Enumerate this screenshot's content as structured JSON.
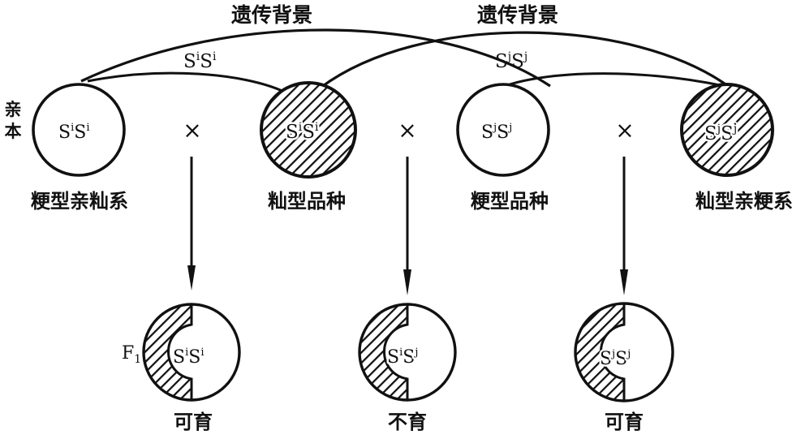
{
  "diagram": {
    "top_labels": {
      "background_left": "遗传背景",
      "background_right": "遗传背景",
      "genotype_left": {
        "base": "S",
        "sup": "i",
        "base2": "S",
        "sup2": "i"
      },
      "genotype_right": {
        "base": "S",
        "sup": "j",
        "base2": "S",
        "sup2": "j"
      }
    },
    "row_labels": {
      "parents": "亲本",
      "f1": "F",
      "f1_sub": "1"
    },
    "cross_symbol": "×",
    "parents": [
      {
        "genotype": {
          "a": "S",
          "a_sup": "i",
          "b": "S",
          "b_sup": "i"
        },
        "label": "粳型亲籼系",
        "fill": "open"
      },
      {
        "genotype": {
          "a": "S",
          "a_sup": "i",
          "b": "S",
          "b_sup": "i"
        },
        "label": "籼型品种",
        "fill": "hatched"
      },
      {
        "genotype": {
          "a": "S",
          "a_sup": "j",
          "b": "S",
          "b_sup": "j"
        },
        "label": "粳型品种",
        "fill": "open"
      },
      {
        "genotype": {
          "a": "S",
          "a_sup": "j",
          "b": "S",
          "b_sup": "j"
        },
        "label": "籼型亲粳系",
        "fill": "hatched"
      }
    ],
    "offspring": [
      {
        "genotype": {
          "a": "S",
          "a_sup": "i",
          "b": "S",
          "b_sup": "i"
        },
        "result": "可育"
      },
      {
        "genotype": {
          "a": "S",
          "a_sup": "i",
          "b": "S",
          "b_sup": "j"
        },
        "result": "不育"
      },
      {
        "genotype": {
          "a": "S",
          "a_sup": "j",
          "b": "S",
          "b_sup": "j"
        },
        "result": "可育"
      }
    ]
  }
}
